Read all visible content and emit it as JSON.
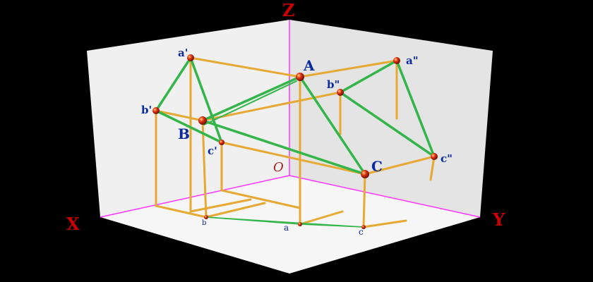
{
  "axes": {
    "z_label": "Z",
    "x_label": "X",
    "y_label": "Y",
    "origin_label": "O"
  },
  "points": {
    "A": "A",
    "B": "B",
    "C": "C",
    "a_front": "a'",
    "b_front": "b'",
    "c_front": "c'",
    "a_side": "a\"",
    "b_side": "b\"",
    "c_side": "c\"",
    "a_floor": "a",
    "b_floor": "b",
    "c_floor": "c"
  },
  "colors": {
    "background": "#000000",
    "wall": "#f2f2f2",
    "axis": "#ff33ff",
    "rod": "#e6a933",
    "edge": "#33b54a",
    "node": "#e03010",
    "axis_label": "#cc0000",
    "point_label": "#0a2aa0",
    "origin_label": "#b02020"
  }
}
